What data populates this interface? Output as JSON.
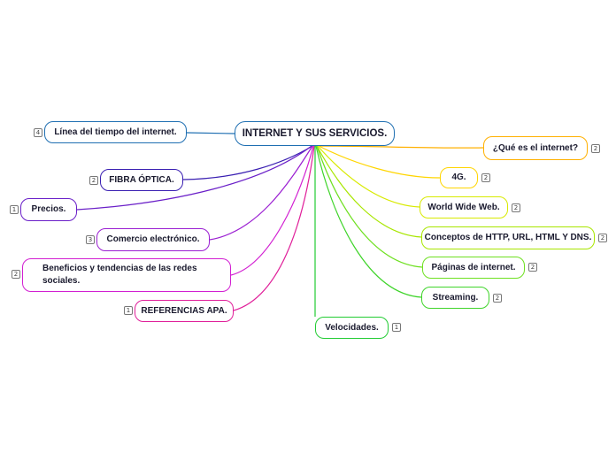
{
  "root": {
    "label": "INTERNET Y SUS SERVICIOS.",
    "color": "#1f6fb2"
  },
  "left_topics": [
    {
      "label": "Línea del tiempo del internet.",
      "count": "4",
      "color": "#1f6fb2"
    },
    {
      "label": "FIBRA ÓPTICA.",
      "count": "2",
      "color": "#3a1fb2"
    },
    {
      "label": "Precios.",
      "count": "1",
      "color": "#6a1fc8"
    },
    {
      "label": "Comercio electrónico.",
      "count": "3",
      "color": "#9b1fd2"
    },
    {
      "label": "Beneficios y tendencias de las redes sociales.",
      "count": "2",
      "color": "#d21fd2"
    },
    {
      "label": "REFERENCIAS APA.",
      "count": "1",
      "color": "#e0209a"
    }
  ],
  "right_topics": [
    {
      "label": "¿Qué es el internet?",
      "count": "2",
      "color": "#ffb000"
    },
    {
      "label": "4G.",
      "count": "2",
      "color": "#ffd500"
    },
    {
      "label": "World Wide Web.",
      "count": "2",
      "color": "#d8ea00"
    },
    {
      "label": "Conceptos de HTTP, URL, HTML Y DNS.",
      "count": "2",
      "color": "#a8e600"
    },
    {
      "label": "Páginas de internet.",
      "count": "2",
      "color": "#6ee020"
    },
    {
      "label": "Streaming.",
      "count": "2",
      "color": "#3fd42a"
    },
    {
      "label": "Velocidades.",
      "count": "1",
      "color": "#22cc33"
    }
  ]
}
